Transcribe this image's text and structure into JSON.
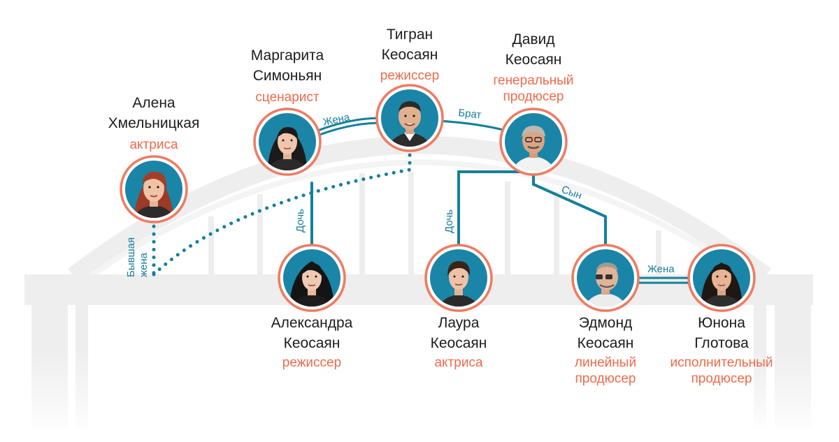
{
  "colors": {
    "line": "#167f9b",
    "ring": "#f07a60",
    "ring_fill": "#ffffff",
    "photo_bg": "#1a85a6",
    "bridge": "#eeeeee",
    "name_text": "#1c1c1c",
    "role_text": "#f06a4a"
  },
  "people": [
    {
      "id": "alena",
      "name": "Алена\nХмельницкая",
      "role": "актриса",
      "avatar_icon": "woman-portrait-icon"
    },
    {
      "id": "margarita",
      "name": "Маргарита\nСимоньян",
      "role": "сценарист",
      "avatar_icon": "woman-portrait-icon"
    },
    {
      "id": "tigran",
      "name": "Тигран\nКеосаян",
      "role": "режиссер",
      "avatar_icon": "man-portrait-icon"
    },
    {
      "id": "david",
      "name": "Давид\nКеосаян",
      "role": "генеральный\nпродюсер",
      "avatar_icon": "man-portrait-icon"
    },
    {
      "id": "aleksandra",
      "name": "Александра\nКеосаян",
      "role": "режиссер",
      "avatar_icon": "woman-portrait-icon"
    },
    {
      "id": "laura",
      "name": "Лаура\nКеосаян",
      "role": "актриса",
      "avatar_icon": "woman-portrait-icon"
    },
    {
      "id": "edmond",
      "name": "Эдмонд\nКеосаян",
      "role": "линейный\nпродюсер",
      "avatar_icon": "man-portrait-icon"
    },
    {
      "id": "yunona",
      "name": "Юнона\nГлотова",
      "role": "исполнительный\nпродюсер",
      "avatar_icon": "woman-portrait-icon"
    }
  ],
  "relations": {
    "margarita_tigran": "Жена",
    "tigran_david": "Брат",
    "alena_tigran_1": "Бывшая",
    "alena_tigran_2": "жена",
    "margarita_aleksandra": "Дочь",
    "tigran_laura": "Дочь",
    "david_edmond": "Сын",
    "edmond_yunona": "Жена"
  }
}
